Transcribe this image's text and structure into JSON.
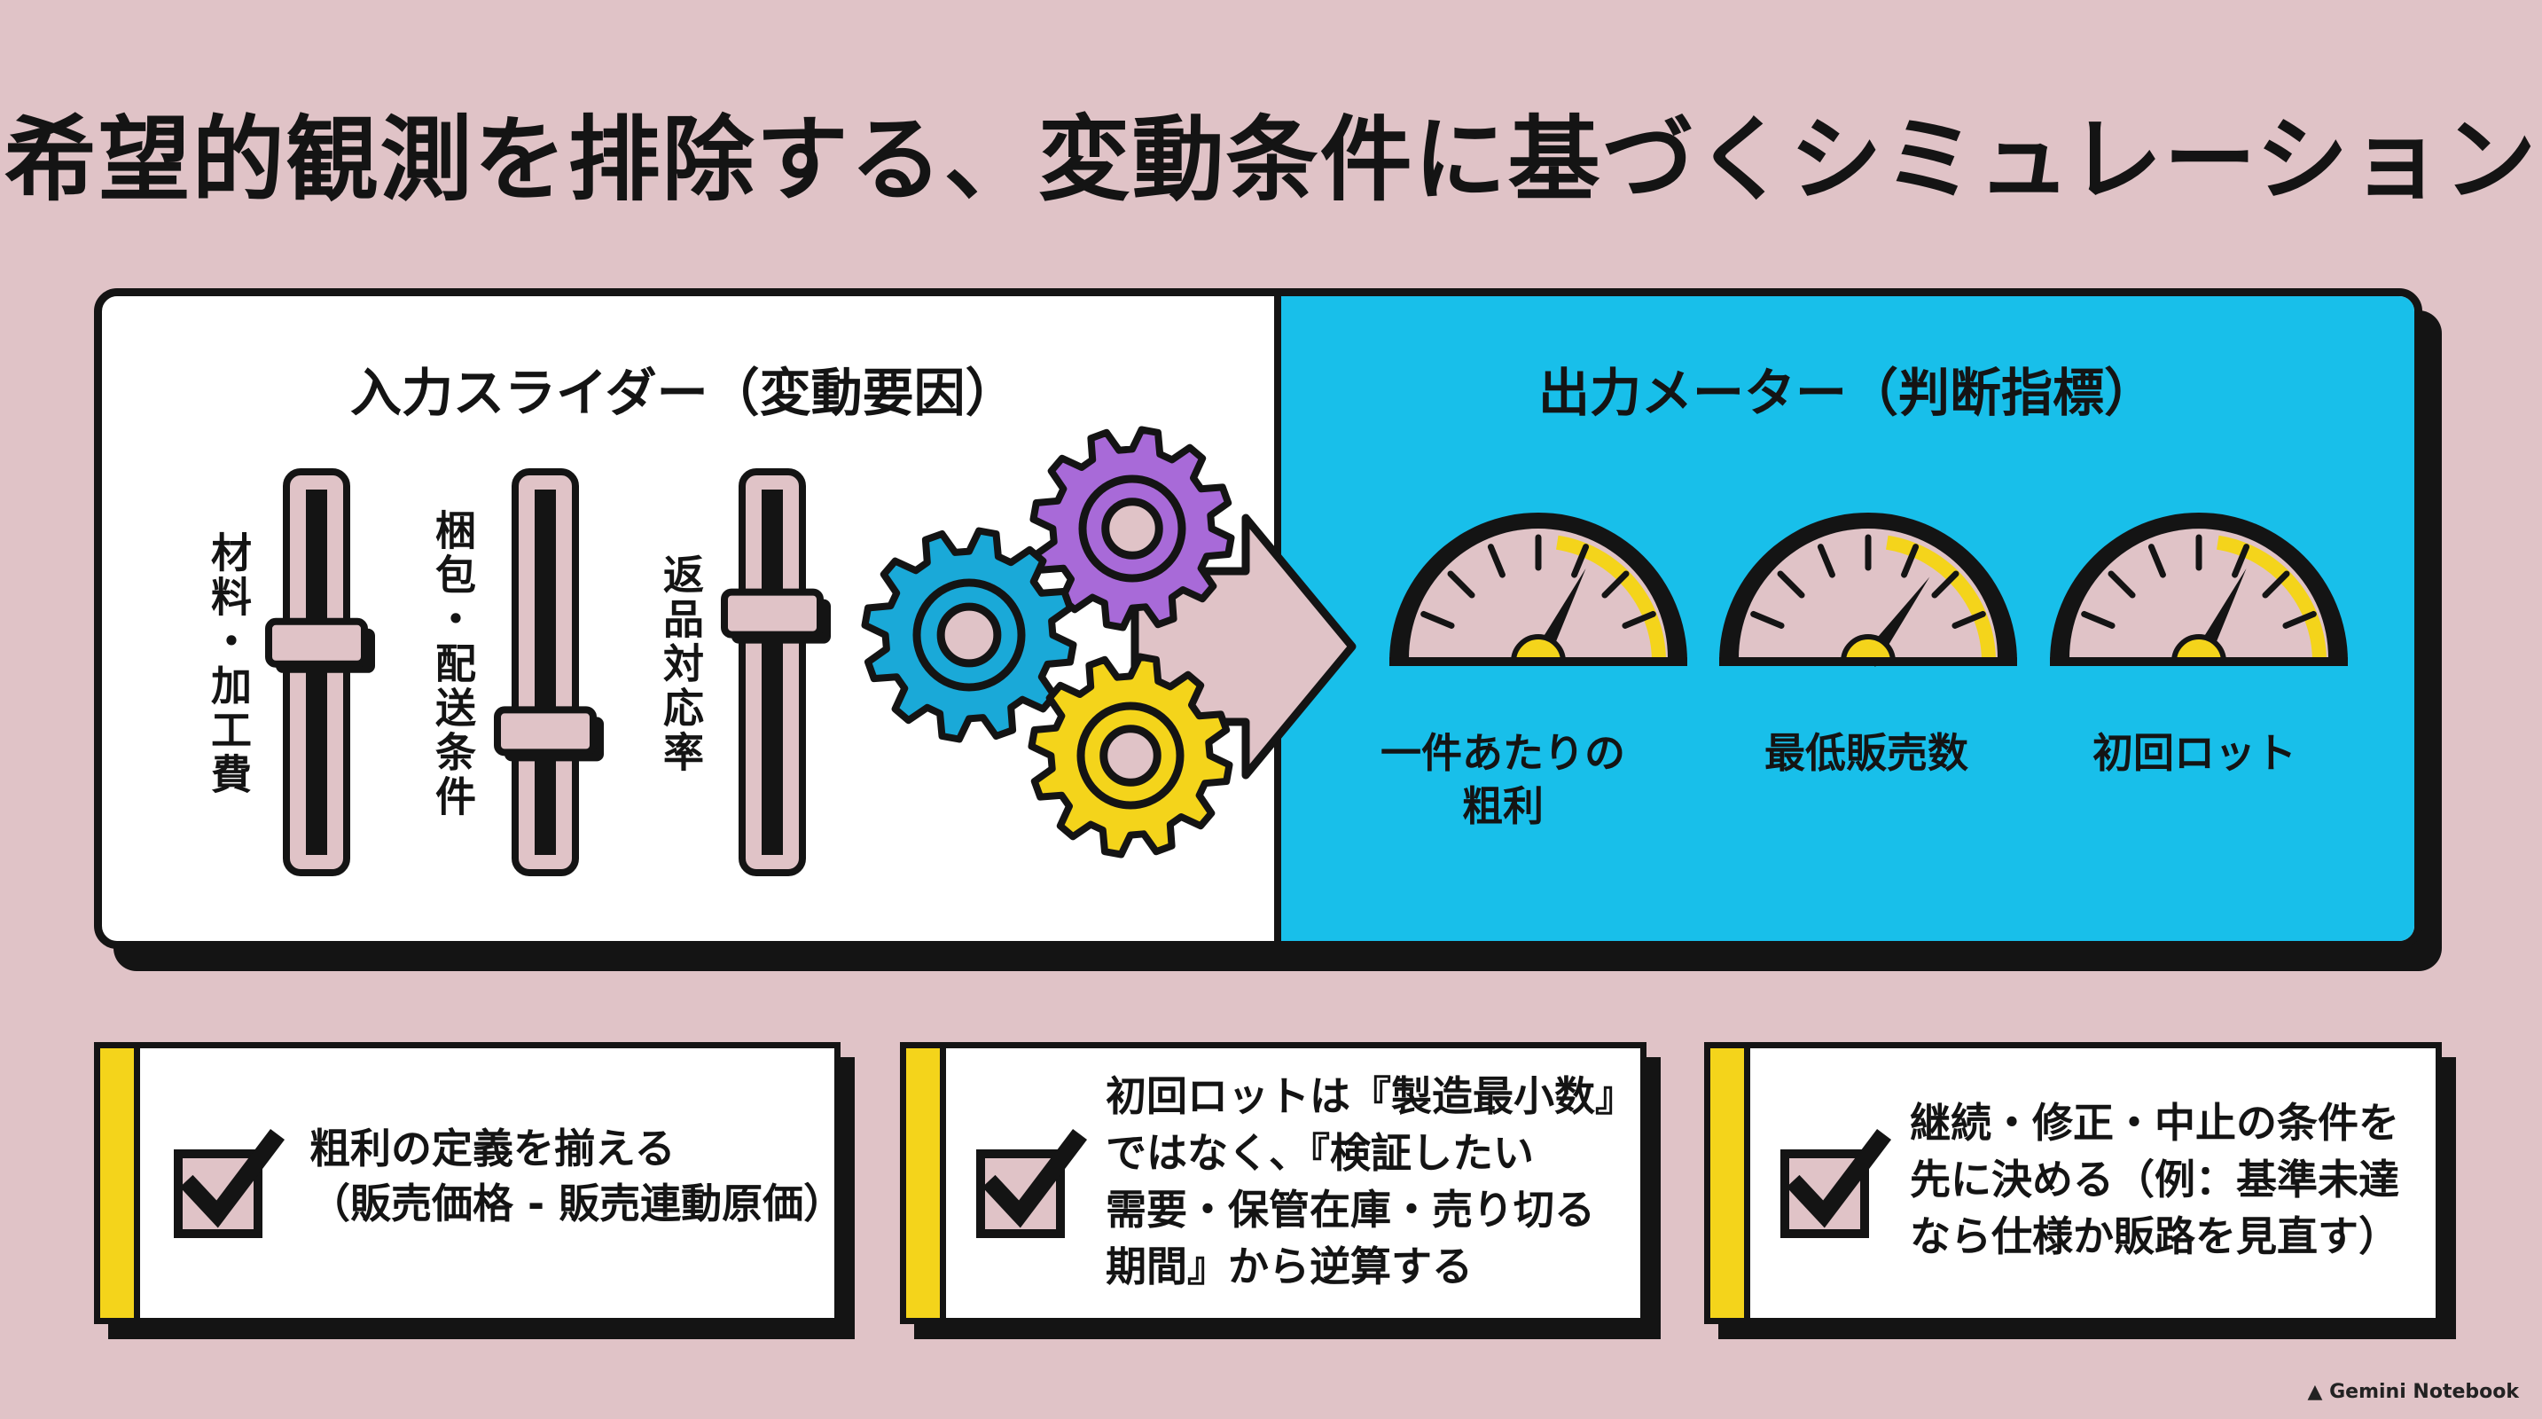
{
  "title": "希望的観測を排除する、変動条件に基づくシミュレーション",
  "inputs": {
    "heading": "入力スライダー（変動要因）",
    "sliders": [
      {
        "label": "材料・加工費",
        "level": 0.6
      },
      {
        "label": "梱包・配送条件",
        "level": 0.3
      },
      {
        "label": "返品対応率",
        "level": 0.7
      }
    ]
  },
  "outputs": {
    "heading": "出力メーター（判断指標）",
    "gauges": [
      {
        "label_lines": [
          "一件あたりの",
          "粗利"
        ],
        "needle": 0.65
      },
      {
        "label_lines": [
          "最低販売数",
          ""
        ],
        "needle": 0.7
      },
      {
        "label_lines": [
          "初回ロット",
          ""
        ],
        "needle": 0.65
      }
    ]
  },
  "gear_colors": [
    "#a86ad8",
    "#1aa9d8",
    "#f4d41b"
  ],
  "colors": {
    "background": "#e0c3c7",
    "accent_blue": "#18bfea",
    "accent_yellow": "#f4d41b"
  },
  "cards": [
    {
      "lines": [
        "粗利の定義を揃える",
        "（販売価格 - 販売連動原価）"
      ]
    },
    {
      "lines": [
        "初回ロットは『製造最小数』",
        "ではなく、『検証したい",
        "需要・保管在庫・売り切る",
        "期間』から逆算する"
      ]
    },
    {
      "lines": [
        "継続・修正・中止の条件を",
        "先に決める（例：基準未達",
        "なら仕様か販路を見直す）"
      ]
    }
  ],
  "watermark": "Gemini Notebook"
}
